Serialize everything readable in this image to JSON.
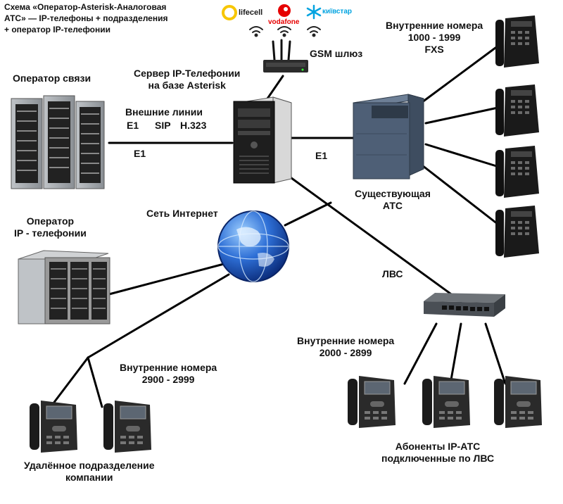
{
  "caption": {
    "line1": "Схема «Оператор-Asterisk-Аналоговая",
    "line2": "АТС» — IP-телефоны + подразделения",
    "line3": "+ оператор IP-телефонии"
  },
  "operators": {
    "lifecell": "lifecell",
    "vodafone": "vodafone",
    "kyivstar": "київстар"
  },
  "labels": {
    "gsm": "GSM шлюз",
    "operator_line1": "Оператор связи",
    "server_line1": "Сервер IP-Телефонии",
    "server_line2": "на базе Asterisk",
    "external_line1": "Внешние линии",
    "external_e1": "E1",
    "external_sip": "SIP",
    "external_h323": "H.323",
    "e1_left": "E1",
    "e1_right": "E1",
    "internal_fxs_line1": "Внутренние номера",
    "internal_fxs_line2": "1000 - 1999",
    "internal_fxs_line3": "FXS",
    "pbx_line1": "Существующая",
    "pbx_line2": "АТС",
    "internet": "Сеть Интернет",
    "ip_operator_line1": "Оператор",
    "ip_operator_line2": "IP - телефонии",
    "lan": "ЛВС",
    "internal_lan_line1": "Внутренние номера",
    "internal_lan_line2": "2000 - 2899",
    "internal_remote_line1": "Внутренние номера",
    "internal_remote_line2": "2900 - 2999",
    "remote_line1": "Удалённое подразделение",
    "remote_line2": "компании",
    "subscribers_line1": "Абоненты IP-АТС",
    "subscribers_line2": "подключенные по ЛВС"
  },
  "colors": {
    "line": "#000000",
    "lifecell": "#f7c600",
    "vodafone": "#e60000",
    "kyivstar": "#00a3e0",
    "globe": "#1e5fc4"
  }
}
